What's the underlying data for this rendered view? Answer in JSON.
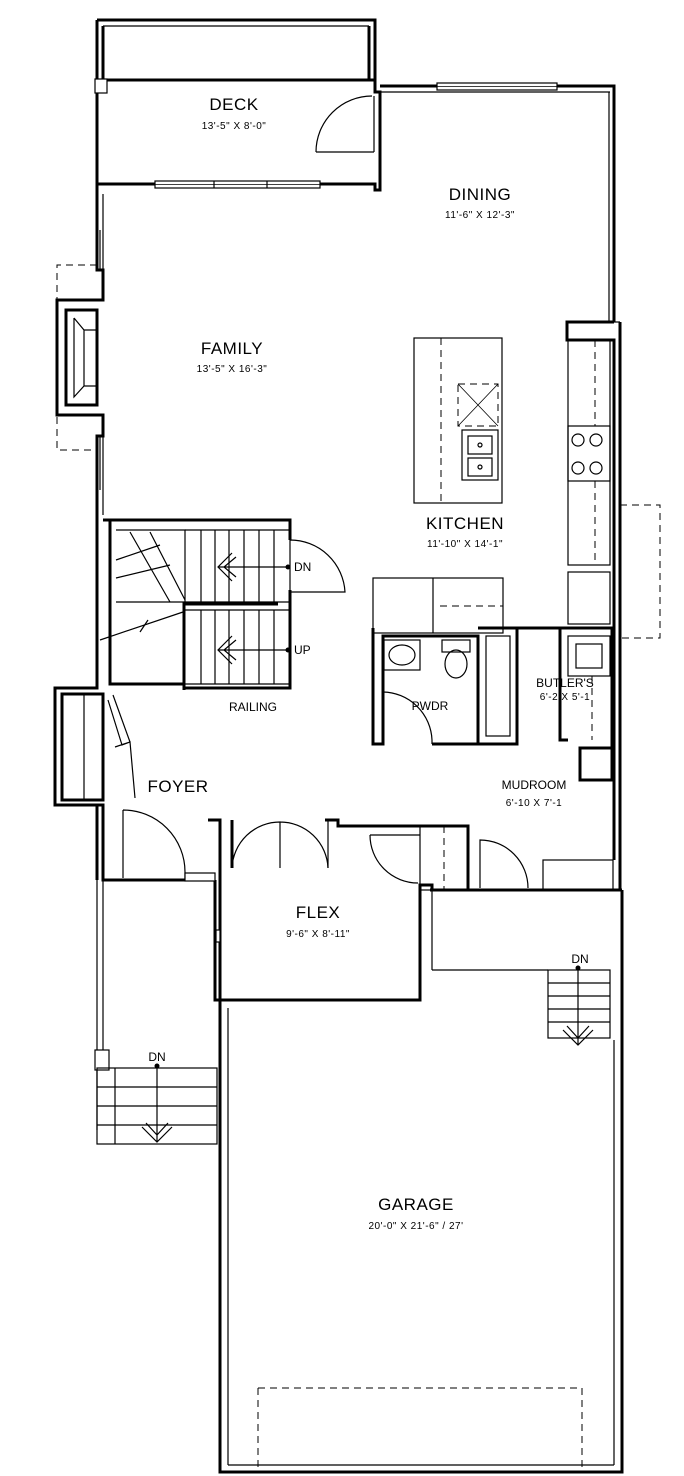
{
  "rooms": {
    "deck": {
      "name": "DECK",
      "dims": "13'-5\" X 8'-0\""
    },
    "dining": {
      "name": "DINING",
      "dims": "11'-6\" X 12'-3\""
    },
    "family": {
      "name": "FAMILY",
      "dims": "13'-5\" X 16'-3\""
    },
    "kitchen": {
      "name": "KITCHEN",
      "dims": "11'-10\" X 14'-1\""
    },
    "butlers": {
      "name": "BUTLER'S",
      "dims": "6'-2 X 5'-1"
    },
    "pwdr": {
      "name": "PWDR"
    },
    "mudroom": {
      "name": "MUDROOM",
      "dims": "6'-10 X 7'-1"
    },
    "foyer": {
      "name": "FOYER"
    },
    "flex": {
      "name": "FLEX",
      "dims": "9'-6\" X 8'-11\""
    },
    "garage": {
      "name": "GARAGE",
      "dims": "20'-0\" X 21'-6\" / 27'"
    }
  },
  "labels": {
    "railing": "RAILING",
    "stair_dn_main": "DN",
    "stair_up_main": "UP",
    "stair_dn_garage": "DN",
    "stair_dn_front": "DN"
  }
}
